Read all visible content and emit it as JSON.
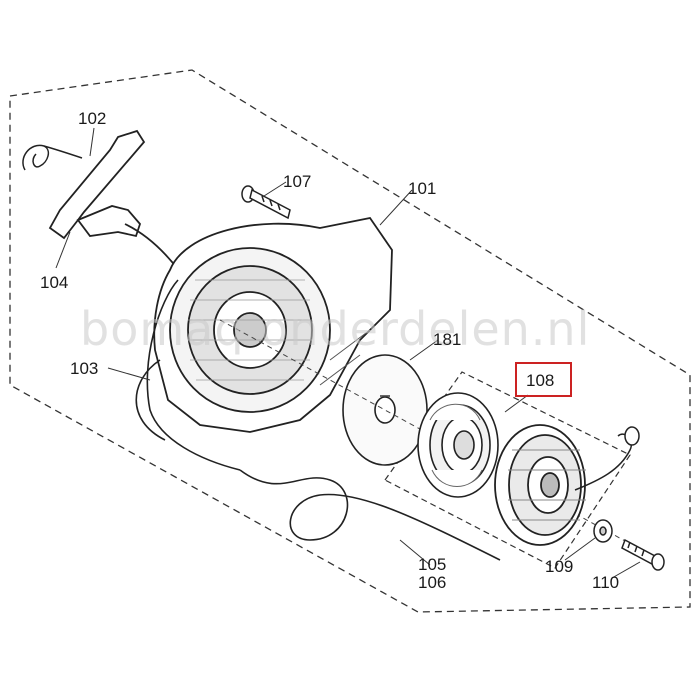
{
  "diagram": {
    "labels": {
      "p101": "101",
      "p102": "102",
      "p103": "103",
      "p104": "104",
      "p105": "105",
      "p106": "106",
      "p107": "107",
      "p108": "108",
      "p109": "109",
      "p110": "110",
      "p181": "181"
    },
    "highlighted_part": "108",
    "highlight_color": "#cc2222",
    "watermark": "bomaq onderdelen.nl"
  }
}
